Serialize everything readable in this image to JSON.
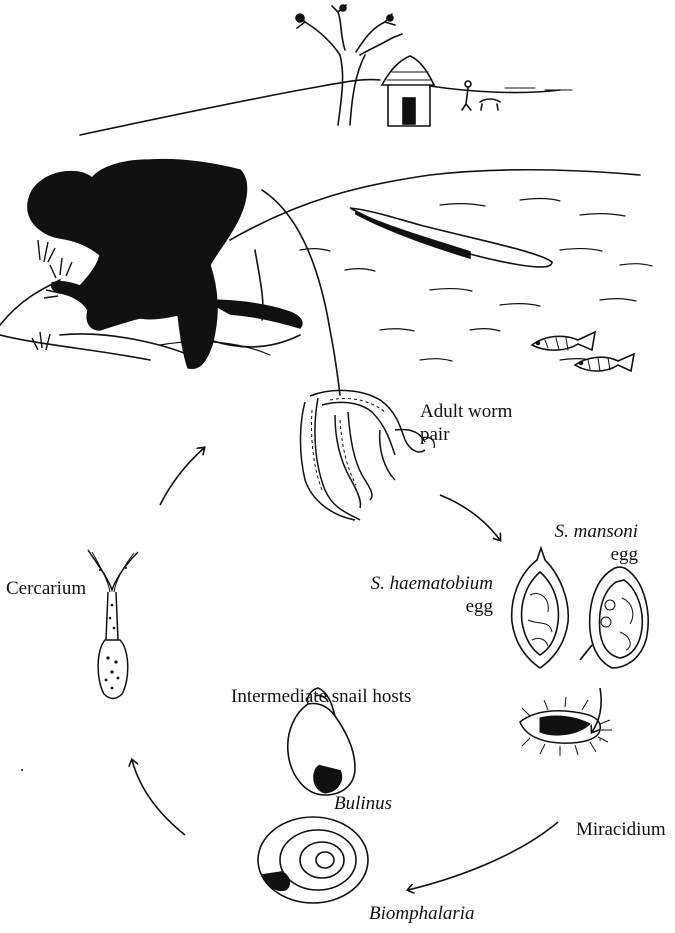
{
  "labels": {
    "adult_worm_pair_line1": "Adult worm",
    "adult_worm_pair_line2": "pair",
    "s_mansoni_line1": "S. mansoni",
    "s_mansoni_line2": "egg",
    "s_haematobium_line1": "S. haematobium",
    "s_haematobium_line2": "egg",
    "cercarium": "Cercarium",
    "intermediate_snail_hosts": "Intermediate snail hosts",
    "bulinus": "Bulinus",
    "miracidium": "Miracidium",
    "biomphalaria": "Biomphalaria"
  },
  "colors": {
    "ink": "#111111",
    "paper": "#ffffff"
  }
}
